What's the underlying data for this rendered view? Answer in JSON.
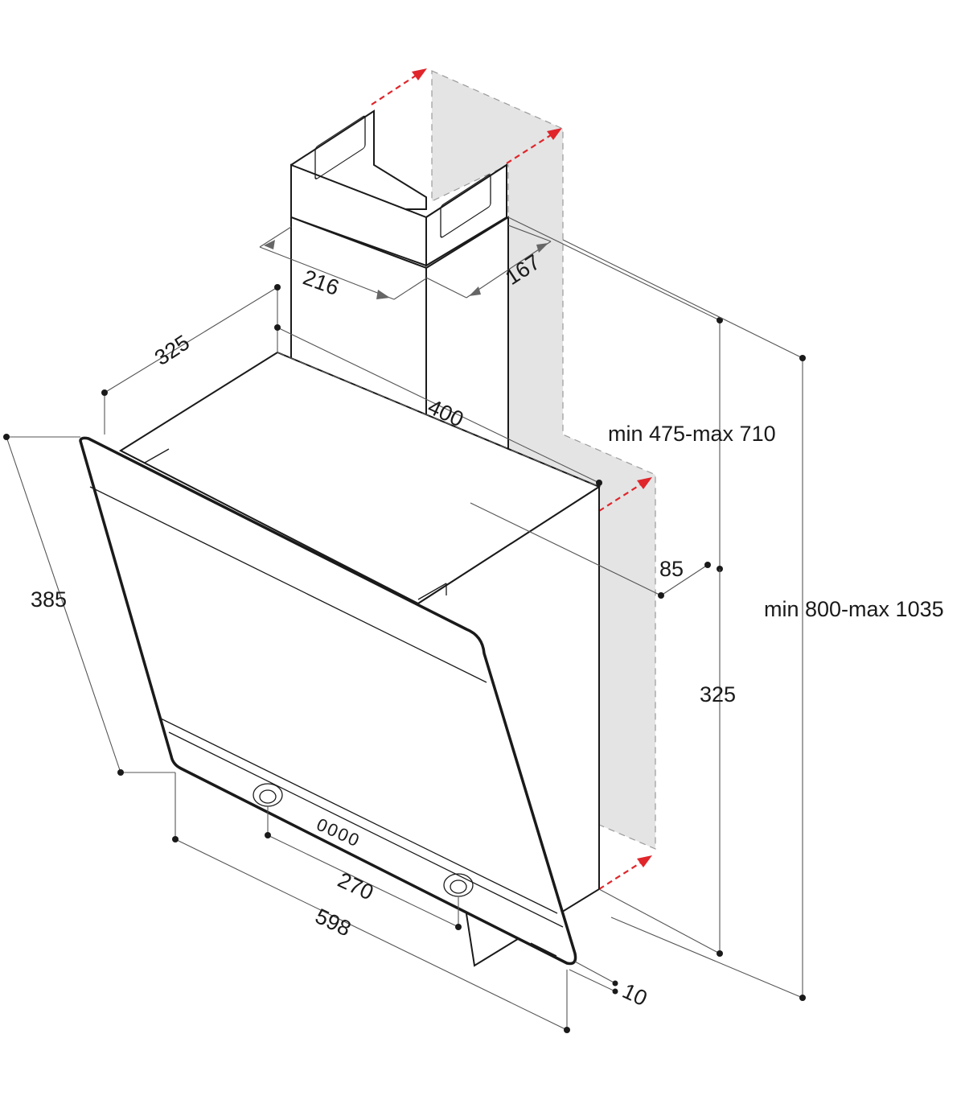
{
  "dimensions": {
    "chimney_width": "216",
    "chimney_depth": "167",
    "canopy_depth_top": "325",
    "canopy_width_dashed": "400",
    "chimney_height_range": "min 475-max 710",
    "rear_offset": "85",
    "total_height_range": "min 800-max 1035",
    "canopy_height": "325",
    "glass_height": "385",
    "control_spacing": "270",
    "overall_width": "598",
    "glass_thickness": "10"
  },
  "display": {
    "readout": "0000"
  },
  "colors": {
    "line": "#1a1a1a",
    "dimension_line": "#555555",
    "wall_shade": "#e4e4e4",
    "air_outlet_arrow": "#e0252b"
  }
}
